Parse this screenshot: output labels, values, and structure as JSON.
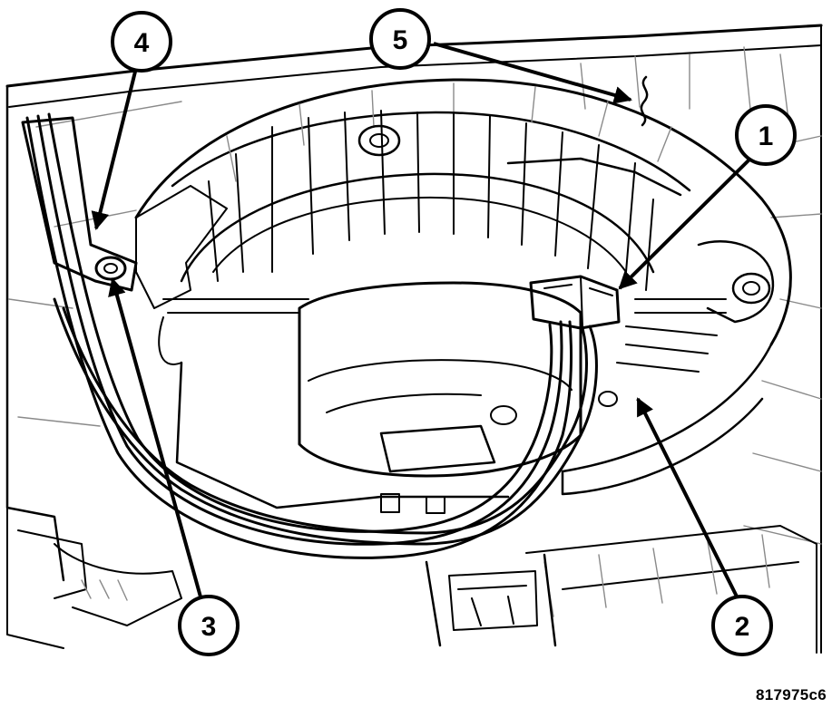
{
  "figure": {
    "id": "817975c6"
  },
  "callouts": [
    {
      "number": "1"
    },
    {
      "number": "2"
    },
    {
      "number": "3"
    },
    {
      "number": "4"
    },
    {
      "number": "5"
    }
  ]
}
